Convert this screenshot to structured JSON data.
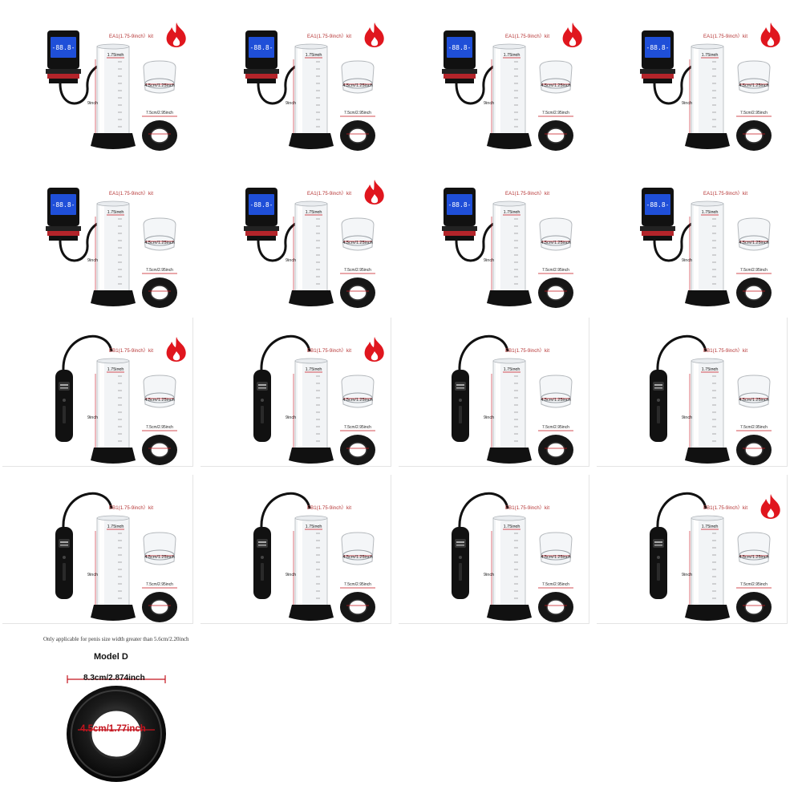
{
  "colors": {
    "accent_red": "#e0161e",
    "tube_black": "#111111",
    "screen_blue": "#1f4fd8",
    "measure_red": "#c4141e"
  },
  "icons": {
    "badge": "flame-icon"
  },
  "variants": [
    {
      "label": "EA1(1.75-9inch）kit",
      "model": "EA",
      "hot": true
    },
    {
      "label": "EA1(1.75-9inch）kit",
      "model": "EA",
      "hot": true
    },
    {
      "label": "EA1(1.75-9inch）kit",
      "model": "EA",
      "hot": true
    },
    {
      "label": "EA1(1.75-9inch）kit",
      "model": "EA",
      "hot": true
    },
    {
      "label": "EA1(1.75-9inch）kit",
      "model": "EA",
      "hot": false
    },
    {
      "label": "EA1(1.75-9inch）kit",
      "model": "EA",
      "hot": true
    },
    {
      "label": "EA1(1.75-9inch）kit",
      "model": "EA",
      "hot": false
    },
    {
      "label": "EA1(1.75-9inch）kit",
      "model": "EA",
      "hot": false
    },
    {
      "label": "EB1(1.75-9inch）kit",
      "model": "EB",
      "hot": true
    },
    {
      "label": "EB1(1.75-9inch）kit",
      "model": "EB",
      "hot": true
    },
    {
      "label": "EB1(1.75-9inch）kit",
      "model": "EB",
      "hot": false
    },
    {
      "label": "EB1(1.75-9inch）kit",
      "model": "EB",
      "hot": false
    },
    {
      "label": "EB1(1.75-9inch）kit",
      "model": "EB",
      "hot": false
    },
    {
      "label": "EB1(1.75-9inch）kit",
      "model": "EB",
      "hot": false
    },
    {
      "label": "EB1(1.75-9inch）kit",
      "model": "EB",
      "hot": false
    },
    {
      "label": "EB1(1.75-9inch）kit",
      "model": "EB",
      "hot": true
    }
  ],
  "product_labels": {
    "tube_top": "1.75inch",
    "tube_length": "9inch",
    "cup_size": "4.5cm/1.25inch",
    "ring_size": "7.5cm/2.95inch",
    "screen_digits": "-88.8-"
  },
  "model_d": {
    "note": "Only applicable for penis size width greater than 5.6cm/2.20inch",
    "title": "Model D",
    "outer_size": "8.3cm/2.874inch",
    "inner_size": "4.5cm/1.77inch"
  }
}
